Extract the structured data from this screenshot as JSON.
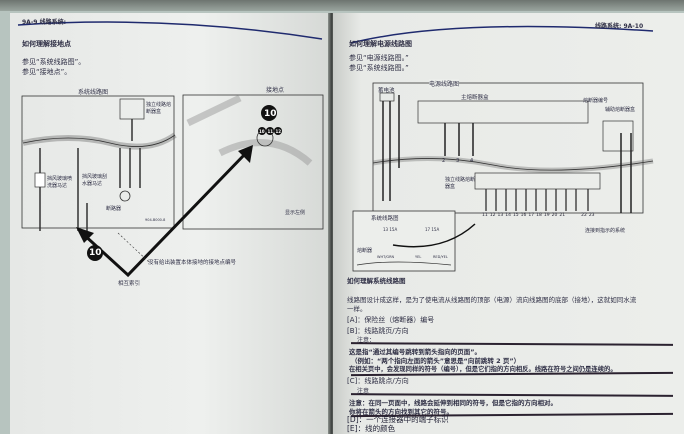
{
  "left_page": {
    "header": "9A-9  线路系统:",
    "title": "如何理解接地点",
    "refs": [
      "参见“系统线路图”。",
      "参见“接地点”。"
    ],
    "system_diagram_label": "系统线路图",
    "ground_point_label": "接地点",
    "fuse_box_label": "独立线路熔断器盒",
    "washer_motor_label": "挡风玻璃喷洗器马达",
    "wiper_motor_label": "挡风玻璃刮水器马达",
    "breaker_label": "断路器",
    "diagram_code": "904-B000-8",
    "ground_number": "10",
    "ground_numbers": [
      "10",
      "11",
      "12"
    ],
    "display_side_label": "显示左侧",
    "note_label": "没有给出装置本体接地的接地点编号",
    "cross_ref_label": "相互索引"
  },
  "right_page": {
    "header": "线路系统:  9A-10",
    "title": "如何理解电源线路图",
    "refs": [
      "参见“电源线路图。”",
      "参见“系统线路图。”"
    ],
    "power_diagram_label": "电源线路图",
    "battery_label": "蓄电池",
    "main_fuse_box_label": "主熔断器盒",
    "fuse_number_label": "熔断器编号",
    "aux_fuse_box_label": "辅助熔断器盒",
    "independent_fuse_box_label": "独立线路熔断器盒",
    "top_circuits": [
      "2",
      "3",
      "4"
    ],
    "bottom_circuits": [
      "11",
      "12",
      "13",
      "14",
      "15",
      "16",
      "17",
      "18",
      "19",
      "20",
      "21",
      "22",
      "23"
    ],
    "connect_label": "连接到指示的系统",
    "inset": {
      "title": "系统线路图",
      "fuse_label": "熔断器",
      "fuses": [
        {
          "num": "13",
          "amp": "15A"
        },
        {
          "num": "17",
          "amp": "15A"
        }
      ],
      "wires": [
        "WHT/GRN",
        "YEL",
        "RED/YEL"
      ]
    },
    "section_title": "如何理解系统线路图",
    "paragraph": [
      "线路图设计成这样，是为了使电流从线路图的顶部（电源）流向线路图的底部（接地），这就如同水流",
      "一样。"
    ],
    "item_a": "[A]：保险丝（熔断器）编号",
    "item_b": "[B]：线路跳页/方向",
    "note1_label": "注意：",
    "note1_lines": [
      "这是指“通过其编号跳转到箭头指向的页面”。",
      "（例如：“两个指向左面的箭头”意思是“向前跳转 2 页”）",
      "在相关页中，会发现同样的符号（编号），但是它们指的方向相反。线路在符号之间仍是连续的。"
    ],
    "item_c": "[C]：线路跳点/方向",
    "note2_label": "注意",
    "note2_lines": [
      "注意：在同一页面中，线路会延伸到相同的符号，但是它指的方向相对。",
      "你将在箭头的方向找到其它的符号。"
    ],
    "item_d": "[D]：一个连接器中的端子标识",
    "item_e": "[E]：线的颜色"
  }
}
